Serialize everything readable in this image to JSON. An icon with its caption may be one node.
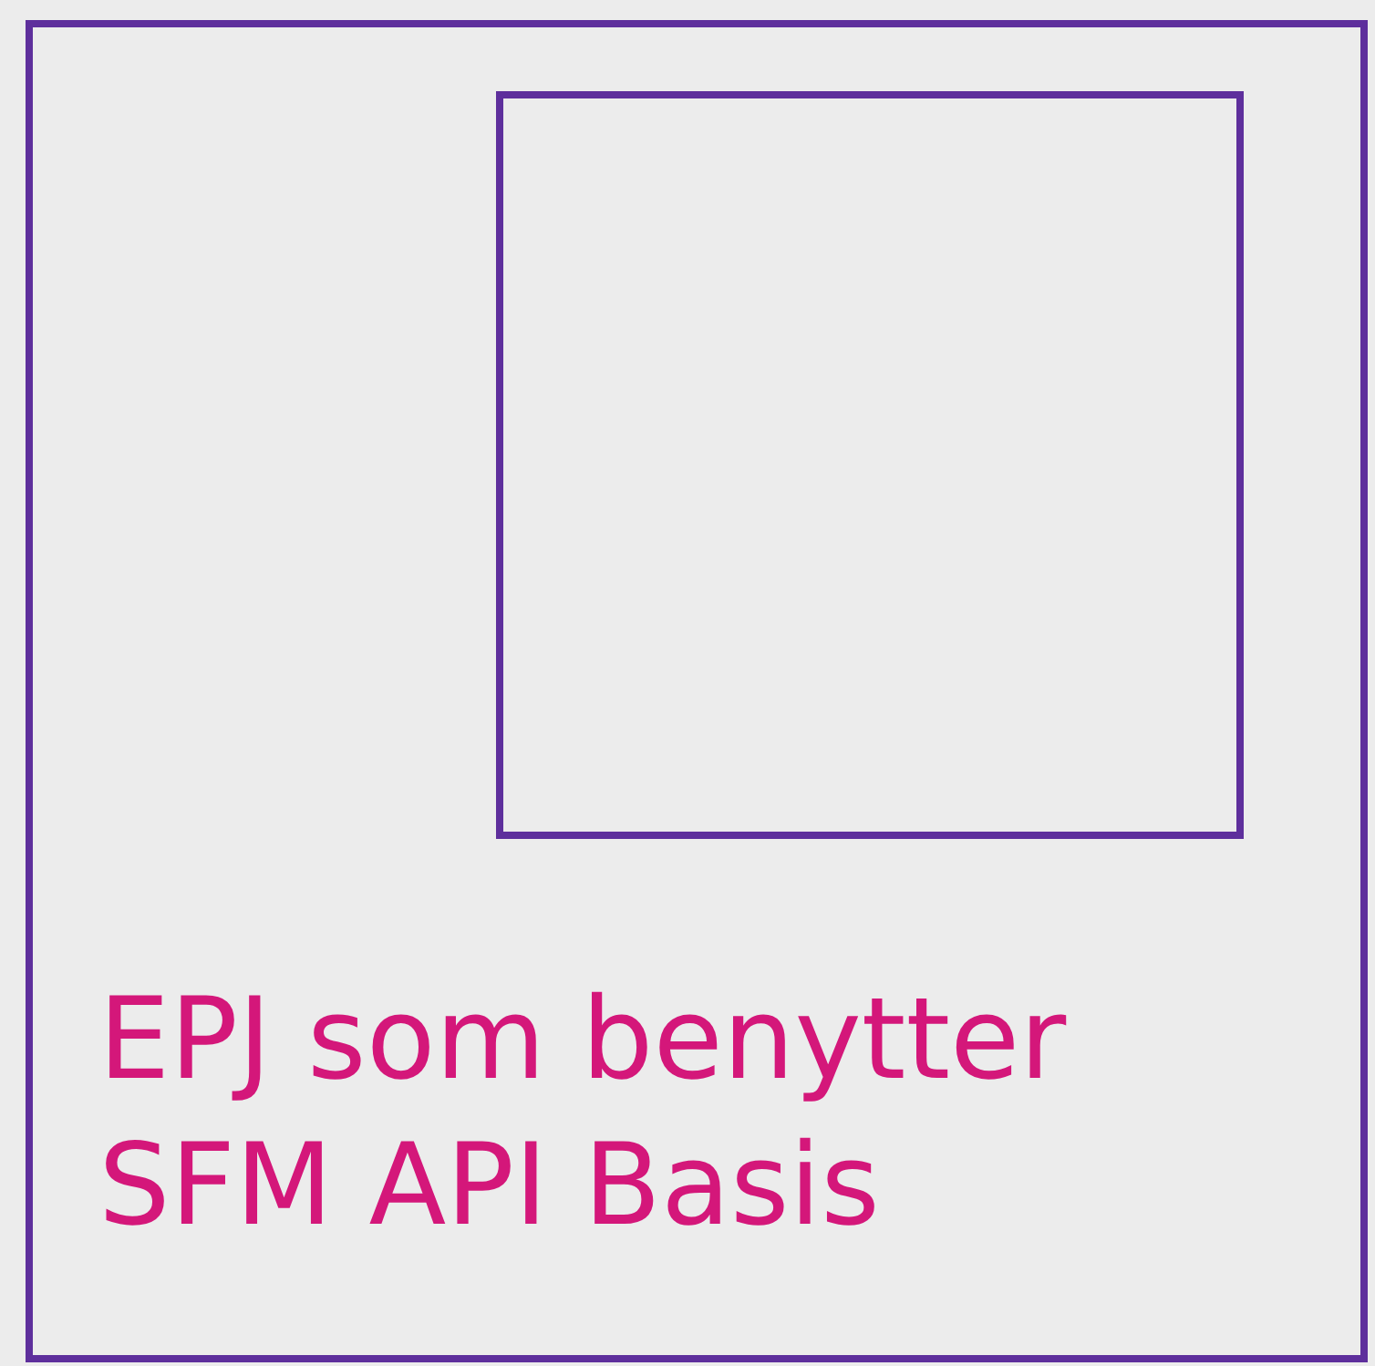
{
  "diagram": {
    "nodes": [
      {
        "text": [
          "EPJ som benytter SFM API Basis"
        ]
      },
      {
        "text": [],
        "shape": "box",
        "in": 0
      }
    ]
  }
}
